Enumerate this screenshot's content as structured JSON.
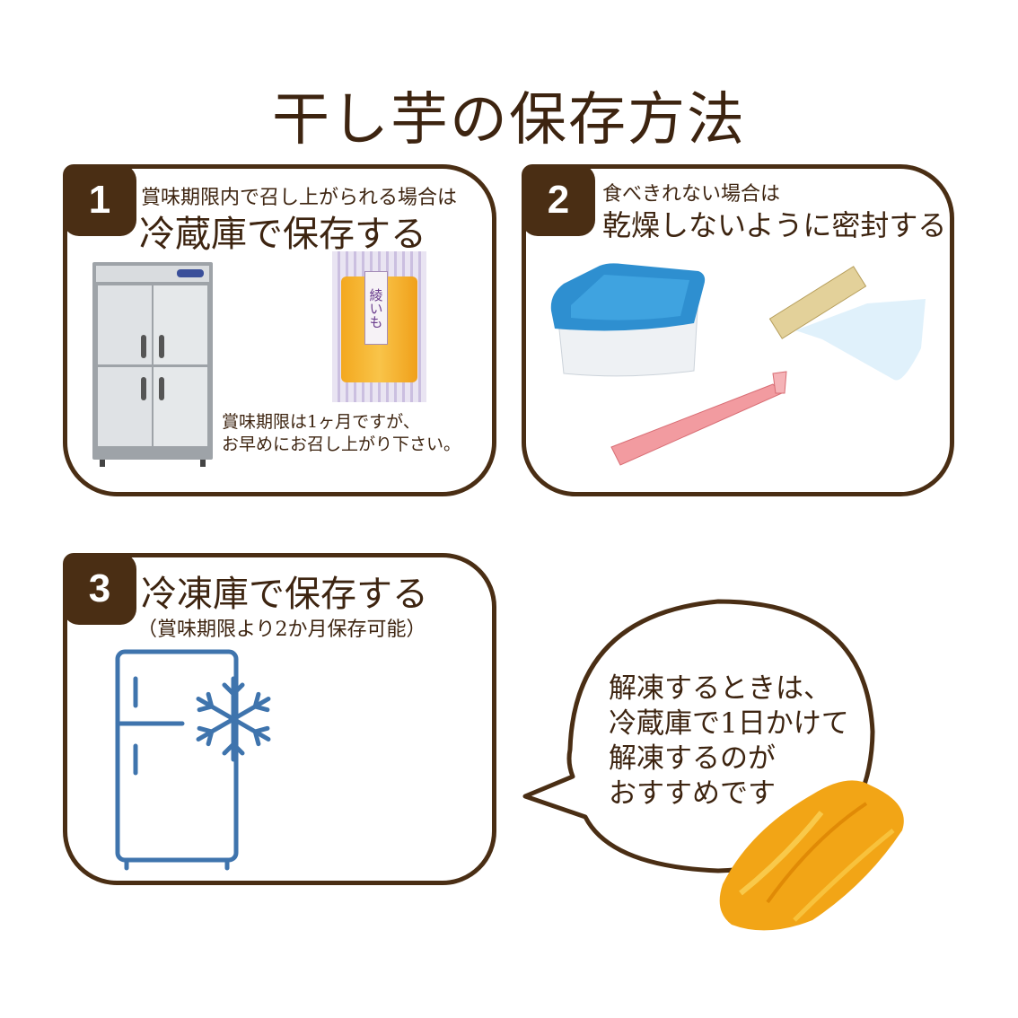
{
  "title": "干し芋の保存方法",
  "cards": [
    {
      "number": "1",
      "subtitle": "賞味期限内で召し上がられる場合は",
      "heading": "冷蔵庫で保存する",
      "note_lines": [
        "賞味期限は1ヶ月ですが、",
        "お早めにお召し上がり下さい。"
      ],
      "product_label": "綾いも"
    },
    {
      "number": "2",
      "subtitle": "食べきれない場合は",
      "heading": "乾燥しないように密封する"
    },
    {
      "number": "3",
      "heading": "冷凍庫で保存する",
      "subtitle": "（賞味期限より2か月保存可能）"
    }
  ],
  "bubble": {
    "lines": [
      "解凍するときは、",
      "冷蔵庫で1日かけて",
      "解凍するのが",
      "おすすめです"
    ]
  },
  "colors": {
    "brown": "#4a2e14",
    "title": "#3d2410",
    "freezer_blue": "#3f74ad",
    "container_blue": "#2e8fd0",
    "clip_pink": "#f29ba0"
  }
}
